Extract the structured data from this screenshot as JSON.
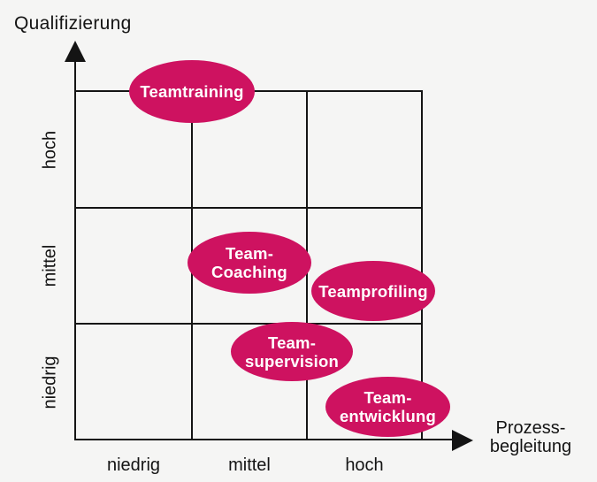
{
  "colors": {
    "background": "#f5f5f4",
    "bubble_fill": "#ce1260",
    "bubble_text": "#ffffff",
    "line": "#141414",
    "text": "#141414"
  },
  "y_axis": {
    "title": "Qualifizierung",
    "ticks": [
      "hoch",
      "mittel",
      "niedrig"
    ]
  },
  "x_axis": {
    "title_lines": [
      "Prozess-",
      "begleitung"
    ],
    "ticks": [
      "niedrig",
      "mittel",
      "hoch"
    ]
  },
  "bubbles": [
    {
      "id": "teamtraining",
      "lines": [
        "Teamtraining"
      ]
    },
    {
      "id": "team-coaching",
      "lines": [
        "Team-",
        "Coaching"
      ]
    },
    {
      "id": "teamprofiling",
      "lines": [
        "Teamprofiling"
      ]
    },
    {
      "id": "team-supervision",
      "lines": [
        "Team-",
        "supervision"
      ]
    },
    {
      "id": "team-entwicklung",
      "lines": [
        "Team-",
        "entwicklung"
      ]
    }
  ],
  "chart_data": {
    "type": "scatter",
    "title": "",
    "xlabel": "Prozessbegleitung",
    "ylabel": "Qualifizierung",
    "x_categories": [
      "niedrig",
      "mittel",
      "hoch"
    ],
    "y_categories": [
      "niedrig",
      "mittel",
      "hoch"
    ],
    "xlim": [
      0,
      3
    ],
    "ylim": [
      0,
      3
    ],
    "grid": "3x3 matrix",
    "marker": "filled ellipse with white bold label",
    "points": [
      {
        "label": "Teamtraining",
        "x": 1.0,
        "y": 3.0,
        "note": "on niedrig/mittel boundary, top of hoch row"
      },
      {
        "label": "Team-Coaching",
        "x": 1.5,
        "y": 1.55,
        "note": "center mittel/mittel"
      },
      {
        "label": "Teamprofiling",
        "x": 2.55,
        "y": 1.3,
        "note": "hoch column, lower mittel row"
      },
      {
        "label": "Team-supervision",
        "x": 1.85,
        "y": 0.75,
        "note": "mittel/hoch boundary, upper niedrig row"
      },
      {
        "label": "Team-entwicklung",
        "x": 2.7,
        "y": 0.3,
        "note": "hoch column, niedrig row"
      }
    ]
  }
}
